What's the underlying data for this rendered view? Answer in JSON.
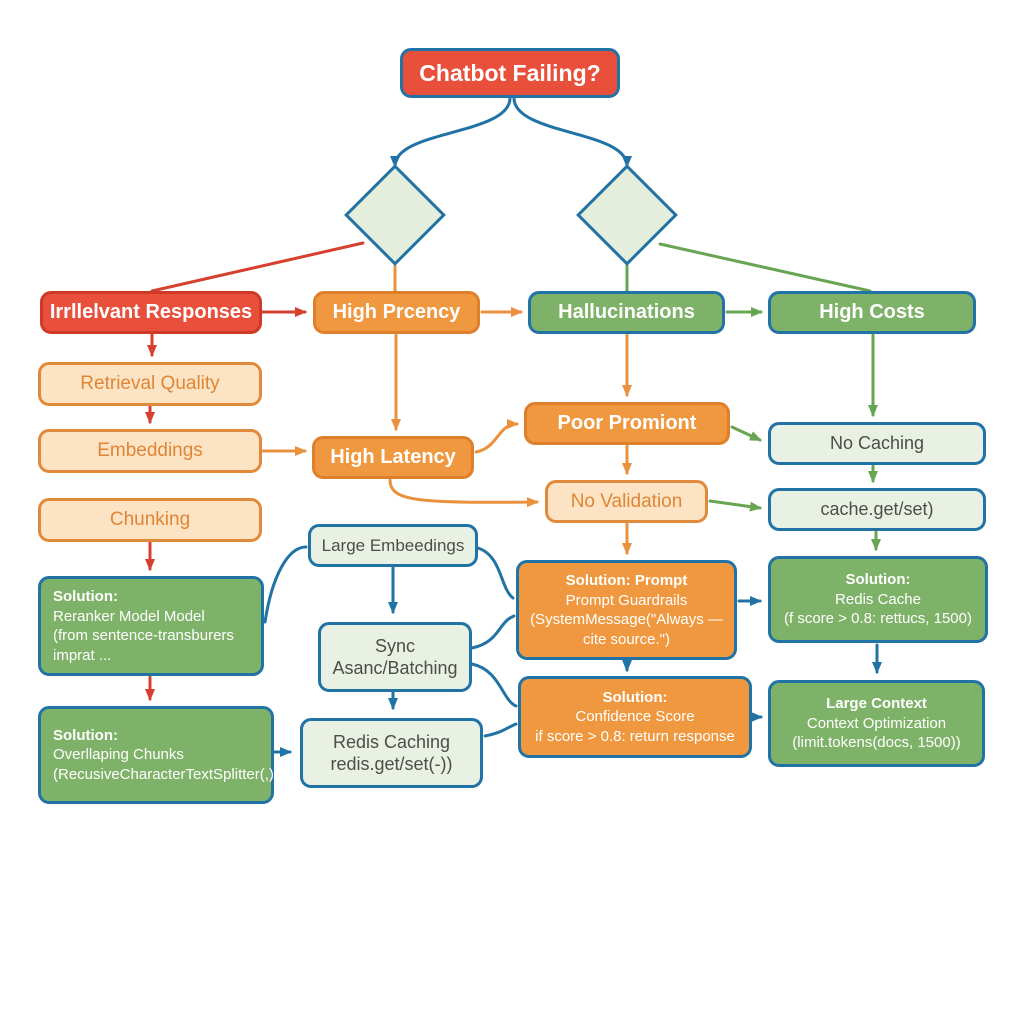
{
  "diagram": {
    "title": "Chatbot Failing?",
    "colors": {
      "red_fill": "#e8503c",
      "red_border": "#cf3a28",
      "orange_fill": "#f0983f",
      "orange_border": "#de7f2b",
      "green_fill": "#7fb269",
      "blue_border": "#2173a6",
      "peach_fill": "#fce3c3",
      "peach_border": "#e18a3b",
      "peach_text": "#df8636",
      "mint_fill": "#e9f0e4",
      "mint_text": "#4b4f46",
      "diamond_fill": "#e4eedd",
      "arrow_blue": "#2173a6",
      "arrow_red": "#d6402e",
      "arrow_orange": "#e9913d",
      "arrow_green": "#67a552"
    },
    "nodes": {
      "title": {
        "label": "Chatbot Failing?"
      },
      "irrelevant_responses": {
        "label": "Irrllelvant Responses"
      },
      "high_prcency": {
        "label": "High Prcency"
      },
      "hallucinations": {
        "label": "Hallucinations"
      },
      "high_costs": {
        "label": "High Costs"
      },
      "retrieval_quality": {
        "label": "Retrieval Quality"
      },
      "embeddings": {
        "label": "Embeddings"
      },
      "chunking": {
        "label": "Chunking"
      },
      "high_latency": {
        "label": "High Latency"
      },
      "poor_promiont": {
        "label": "Poor Promiont"
      },
      "no_validation": {
        "label": "No Validation"
      },
      "no_caching": {
        "label": "No Caching"
      },
      "cache_get_set": {
        "label": "cache.get/set)"
      },
      "large_embeedings": {
        "label": "Large Embeedings"
      },
      "sync_asanc": {
        "lines": [
          "Sync",
          "Asanc/Batching"
        ]
      },
      "redis_caching": {
        "lines": [
          "Redis Caching",
          "redis.get/set(-))"
        ]
      },
      "sol_reranker": {
        "heading": "Solution:",
        "lines": [
          "Reranker Model Model",
          "(from sentence-transburers",
          "imprat ..."
        ]
      },
      "sol_overllaping": {
        "heading": "Solution:",
        "lines": [
          "Overllaping Chunks",
          "(RecusiveCharacterTextSplitter(,)"
        ]
      },
      "sol_prompt": {
        "heading": "Solution: Prompt",
        "lines": [
          "Prompt Guardrails",
          "(SystemMessage(\"Always —",
          "cite source.\")"
        ]
      },
      "sol_confidence": {
        "heading": "Solution:",
        "lines": [
          "Confidence Score",
          "if score > 0.8: return response"
        ]
      },
      "sol_redis_cache": {
        "heading": "Solution:",
        "lines": [
          "Redis Cache",
          "(f score > 0.8: rettucs, 1500)"
        ]
      },
      "large_context": {
        "heading": "Large Context",
        "lines": [
          "Context Optimization",
          "(limit.tokens(docs, 1500))"
        ]
      }
    }
  }
}
